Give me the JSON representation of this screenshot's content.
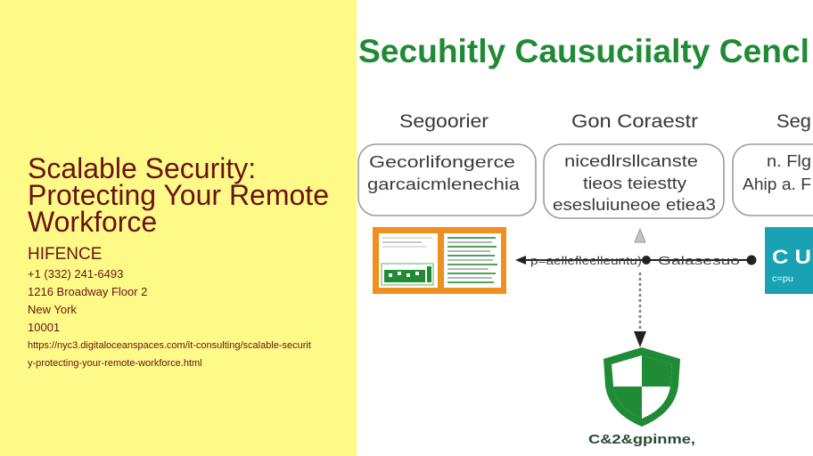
{
  "colors": {
    "panel_bg": "#fdfa88",
    "heading_text": "#6b1212",
    "accent_green": "#1f8b34",
    "orange": "#ef8f20",
    "teal": "#18a2b4"
  },
  "page": {
    "title": "Scalable Security: Protecting Your Remote Workforce",
    "company": "HIFENCE",
    "phone": "+1 (332) 241-6493",
    "address": [
      "1216 Broadway Floor 2",
      "New York",
      "10001"
    ],
    "url": "https://nyc3.digitaloceanspaces.com/it-consulting/scalable-security-protecting-your-remote-workforce.html"
  },
  "diagram": {
    "title": "Secuhitly Causuciialty Cencl",
    "columns": [
      {
        "header": "Segoorier",
        "lines": [
          "Gecorlifongerce",
          "garcaicmlenechia"
        ]
      },
      {
        "header": "Gon Coraestr",
        "lines": [
          "nicedlrsllcanste",
          "tieos teiestty",
          "esesluiuneoe etiea3"
        ]
      },
      {
        "header": "Seg",
        "lines": [
          "n. Flg",
          "Ahip a. F"
        ]
      }
    ],
    "connector": {
      "left_label": "p=aellefleelleuntu)",
      "right_label": "Galasesuo"
    },
    "teal_card": {
      "big": "C U",
      "small": "c=pu"
    },
    "shield_caption": "C&2&gpinme,",
    "icons": {
      "shield": "shield-icon",
      "connector": "arrow-left-icon",
      "down_arrow": "arrow-down-icon",
      "marker": "triangle-up-icon"
    }
  }
}
